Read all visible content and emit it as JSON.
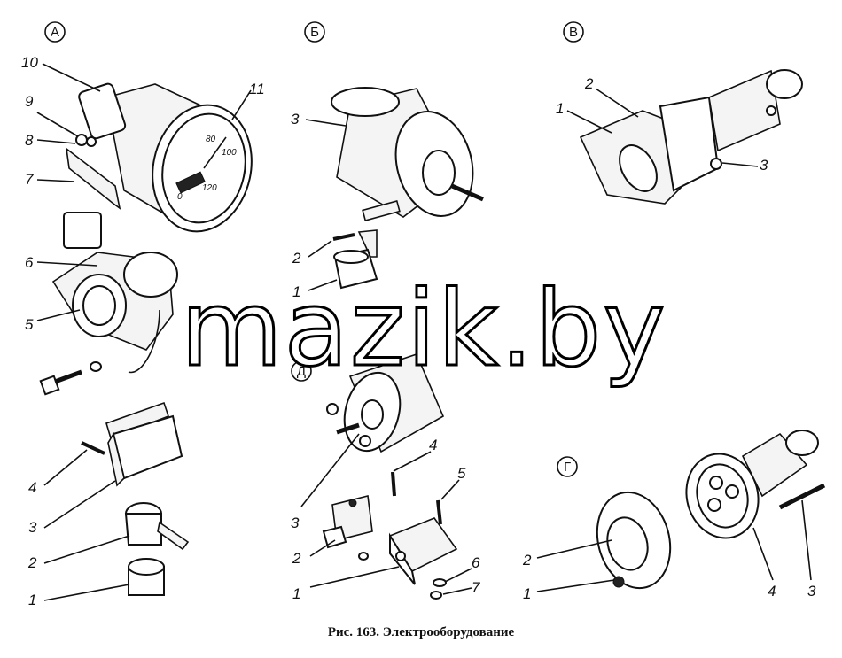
{
  "caption": "Рис. 163. Электрооборудование",
  "watermark": "mazik.by",
  "groups": {
    "A": "А",
    "B": "Б",
    "V": "В",
    "G": "Г",
    "D": "Д"
  },
  "dial_marks": [
    "0",
    "80",
    "100",
    "120"
  ],
  "callouts": {
    "A": [
      "10",
      "9",
      "8",
      "7",
      "11",
      "6",
      "5",
      "4",
      "3",
      "2",
      "1"
    ],
    "B": [
      "3",
      "2",
      "1"
    ],
    "V": [
      "2",
      "1",
      "3"
    ],
    "D": [
      "3",
      "4",
      "5",
      "2",
      "6",
      "1",
      "7"
    ],
    "G": [
      "2",
      "1",
      "4",
      "3"
    ]
  }
}
